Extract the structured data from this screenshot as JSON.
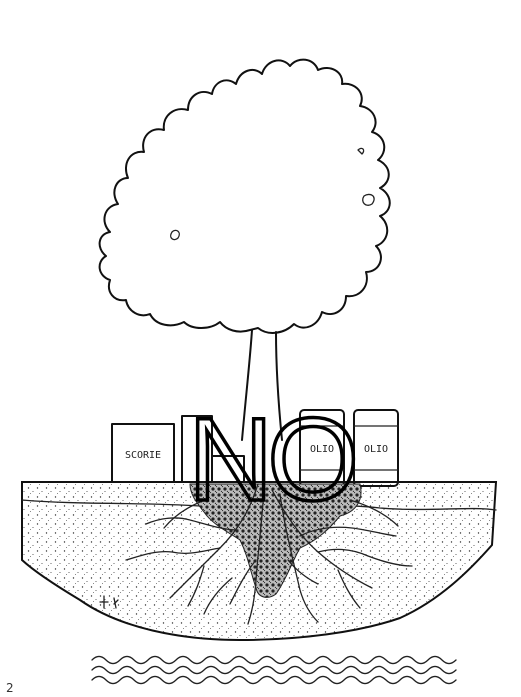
{
  "labels": {
    "slag_sign": "SCORIE",
    "drum_label_1": "OLIO",
    "drum_label_2": "OLIO",
    "prohibition_text": "NO",
    "corner_mark": "2"
  },
  "colors": {
    "ink": "#111111",
    "paper": "#ffffff",
    "stipple": "#333333"
  },
  "icons": {
    "tree": "tree-illustration",
    "water": "groundwater-waves-icon"
  }
}
